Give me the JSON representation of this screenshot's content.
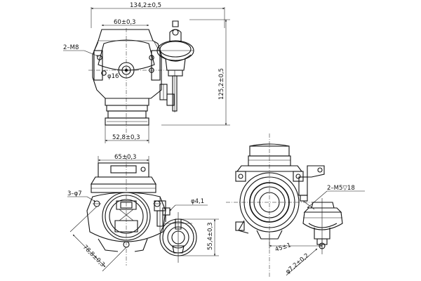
{
  "views": {
    "top": {
      "dim_overall_width": "134,2±0,5",
      "dim_flange_width": "60±0,3",
      "dim_height": "125,2±0,5",
      "dim_bottom_width": "52,8±0,3",
      "label_bolts": "2–M8",
      "label_bore": "φ16"
    },
    "front": {
      "dim_top_width": "65±0,3",
      "label_holes": "3–φ7",
      "label_pin": "φ4,1",
      "dim_actuator": "55,4±0,3",
      "dim_diagonal": "78,8±0,3"
    },
    "side": {
      "label_bolts": "2–M5▽18",
      "dim_offset": "45±1",
      "dim_diameter": "φ7,2±0,2"
    }
  }
}
